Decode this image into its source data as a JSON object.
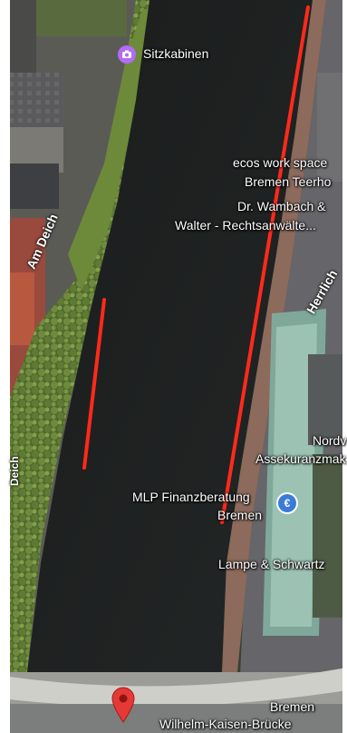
{
  "map": {
    "places": {
      "sitzkabinen": "Sitzkabinen",
      "ecos": "ecos work space",
      "bremen_teerhof": "Bremen Teerho",
      "dr_wambach": "Dr. Wambach &",
      "walter": "Walter - Rechtsanwälte...",
      "nordv": "Nordv",
      "assekuranz": "Assekuranzmak",
      "mlp_line1": "MLP Finanzberatung",
      "mlp_line2": "Bremen",
      "lampe": "Lampe & Schwartz",
      "bremen_bruecke_line1": "Bremen",
      "bremen_bruecke_line2": "Wilhelm-Kaisen-Brücke"
    },
    "roads": {
      "am_deich": "Am Deich",
      "herrlich": "Herrlich",
      "deich_vertical": "Deich"
    },
    "icons": {
      "camera": "camera-icon",
      "euro": "euro-icon",
      "marker": "location-pin-icon"
    },
    "colors": {
      "drawn_line": "#ff2a1a",
      "camera_poi": "#b36cf5",
      "euro_poi": "#3b7bd8",
      "pin": "#e53935"
    }
  }
}
